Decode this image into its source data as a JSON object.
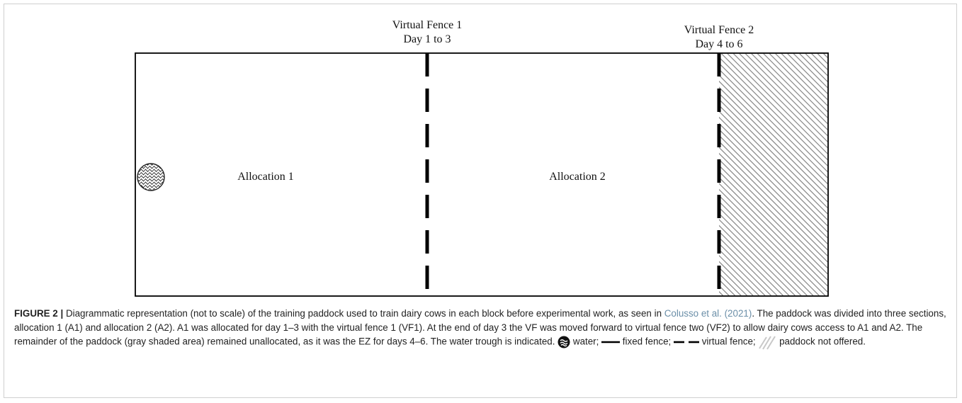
{
  "figure": {
    "vf1_label_line1": "Virtual Fence 1",
    "vf1_label_line2": "Day 1 to 3",
    "vf2_label_line1": "Virtual Fence 2",
    "vf2_label_line2": "Day 4 to 6",
    "allocation1_label": "Allocation 1",
    "allocation2_label": "Allocation 2",
    "fill_color": "#ffffff",
    "hatch_color": "#777777",
    "line_color": "#000000"
  },
  "caption": {
    "label": "FIGURE 2 |",
    "part1": " Diagrammatic representation (not to scale) of the training paddock used to train dairy cows in each block before experimental work, as seen in ",
    "citation": "Colusso et al. (2021)",
    "part2": ". The paddock was divided into three sections, allocation 1 (A1) and allocation 2 (A2). A1 was allocated for day 1–3 with the virtual fence 1 (VF1). At the end of day 3 the VF was moved forward to virtual fence two (VF2) to allow dairy cows access to A1 and A2. The remainder of the paddock (gray shaded area) remained unallocated, as it was the EZ for days 4–6. The water trough is indicated. ",
    "legend_water": " water; ",
    "legend_fixed": " fixed fence; ",
    "legend_virtual": " virtual fence; ",
    "legend_not_offered": " paddock not offered."
  }
}
